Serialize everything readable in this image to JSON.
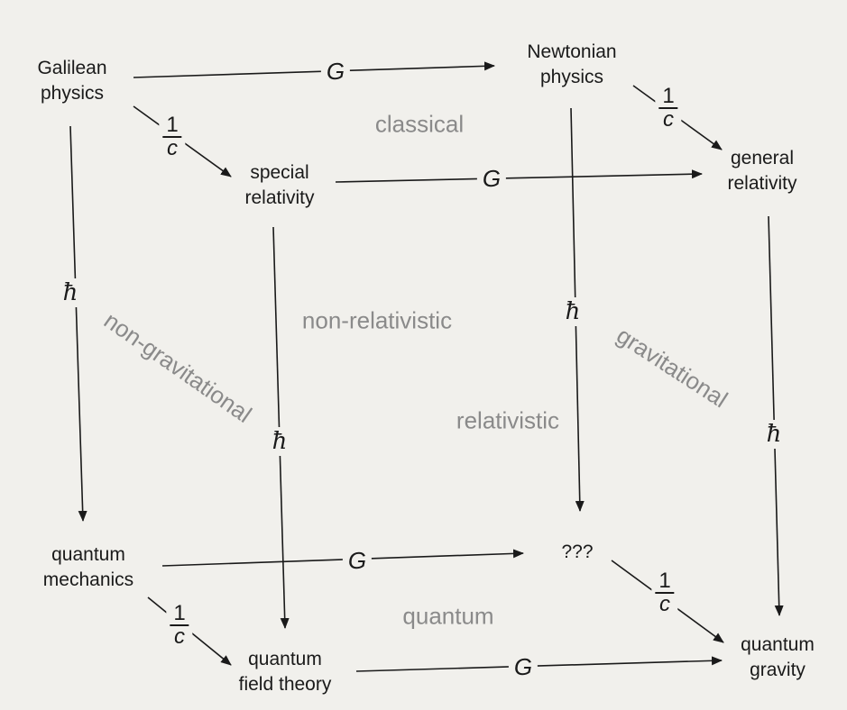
{
  "nodes": {
    "galilean": [
      "Galilean",
      "physics"
    ],
    "newtonian": [
      "Newtonian",
      "physics"
    ],
    "special_relativity": [
      "special",
      "relativity"
    ],
    "general_relativity": [
      "general",
      "relativity"
    ],
    "quantum_mechanics": [
      "quantum",
      "mechanics"
    ],
    "unknown": [
      "???"
    ],
    "quantum_field_theory": [
      "quantum",
      "field theory"
    ],
    "quantum_gravity": [
      "quantum",
      "gravity"
    ]
  },
  "edge_labels": {
    "gravity": "G",
    "planck": "ħ",
    "inverse_c_num": "1",
    "inverse_c_den": "c"
  },
  "regions": {
    "classical": "classical",
    "non_relativistic": "non-relativistic",
    "non_gravitational": "non-gravitational",
    "relativistic": "relativistic",
    "gravitational": "gravitational",
    "quantum": "quantum"
  }
}
